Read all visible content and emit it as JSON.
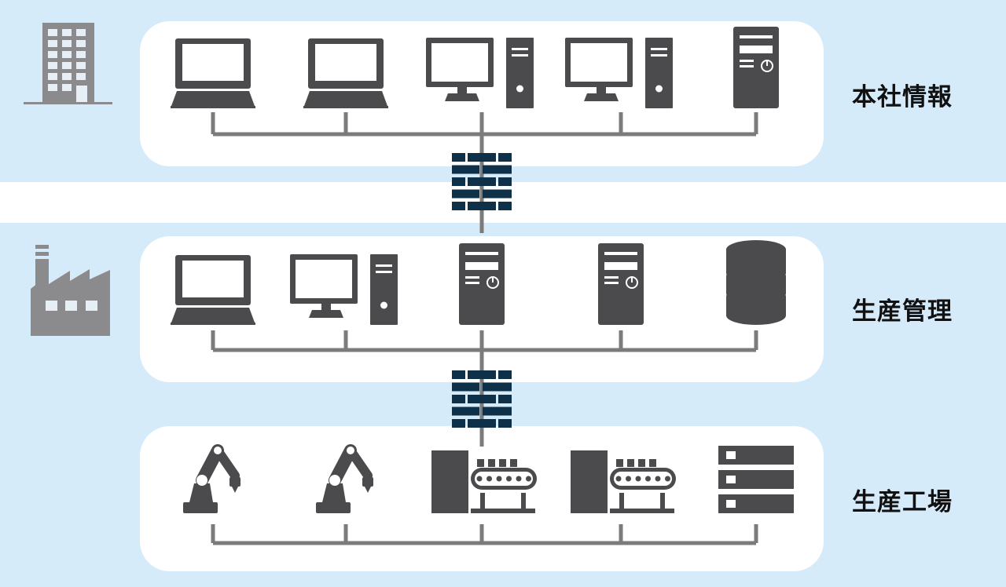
{
  "zones": [
    {
      "key": "hq",
      "label": "本社情報",
      "icon": "office-building-icon",
      "devices": [
        "laptop-icon",
        "laptop-icon",
        "desktop-computer-icon",
        "desktop-computer-icon",
        "server-tower-icon"
      ]
    },
    {
      "key": "pm",
      "label": "生産管理",
      "icon": "factory-icon",
      "devices": [
        "laptop-icon",
        "desktop-computer-icon",
        "server-tower-icon",
        "server-tower-icon",
        "database-icon"
      ]
    },
    {
      "key": "fa",
      "label": "生産工場",
      "icon": "",
      "devices": [
        "robot-arm-icon",
        "robot-arm-icon",
        "conveyor-machine-icon",
        "conveyor-machine-icon",
        "server-rack-icon"
      ]
    }
  ],
  "firewalls": [
    "firewall-icon",
    "firewall-icon"
  ],
  "colors": {
    "band": "#d6ebfa",
    "panel": "#ffffff",
    "device": "#4b4b4d",
    "line": "#7b7b7b",
    "zone_icon": "#8b8b8d",
    "firewall": "#0f3049",
    "label": "#111111"
  }
}
